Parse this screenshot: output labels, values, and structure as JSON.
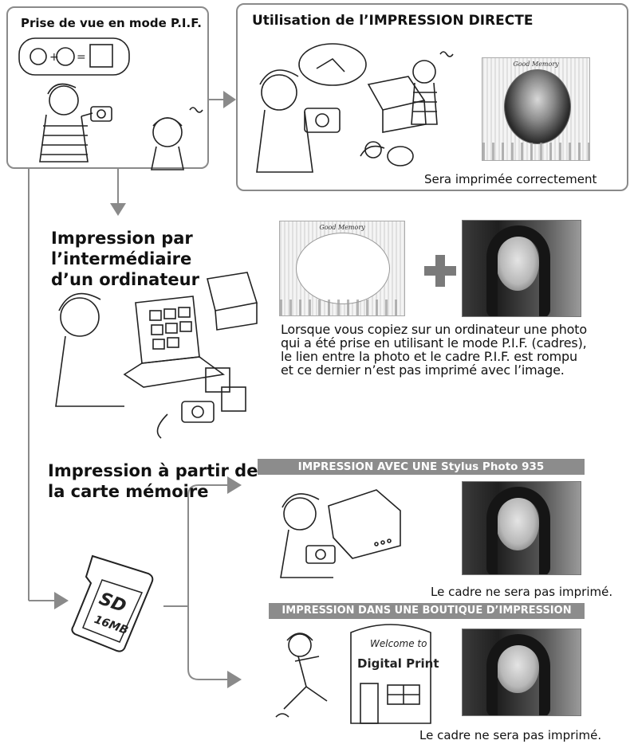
{
  "pif_box": {
    "title": "Prise de vue en mode P.I.F."
  },
  "direct_box": {
    "title": "Utilisation de l’IMPRESSION DIRECTE",
    "caption": "Sera imprimée correctement"
  },
  "frame_label": "Good Memory",
  "computer": {
    "heading_lines": [
      "Impression par",
      "l’intermédiaire",
      "d’un ordinateur"
    ],
    "description_lines": [
      "Lorsque vous copiez sur un ordinateur une photo",
      "qui a été prise en utilisant le mode P.I.F. (cadres),",
      "le lien entre la photo et le cadre P.I.F. est rompu",
      "et ce dernier n’est pas imprimé avec l’image."
    ]
  },
  "memory_card": {
    "heading_lines": [
      "Impression à partir de",
      "la carte mémoire"
    ],
    "card_logo": "SD",
    "card_capacity": "16MB"
  },
  "stylus_section": {
    "banner": "IMPRESSION AVEC UNE Stylus Photo 935",
    "caption": "Le cadre ne sera pas imprimé."
  },
  "shop_section": {
    "banner": "IMPRESSION DANS UNE BOUTIQUE D’IMPRESSION",
    "caption": "Le cadre ne sera pas imprimé.",
    "shop_sign_top": "Welcome to",
    "shop_sign_bottom": "Digital Print"
  },
  "colors": {
    "connector": "#8a8a8a",
    "banner": "#8c8c8c",
    "plus": "#7a7a7a"
  }
}
